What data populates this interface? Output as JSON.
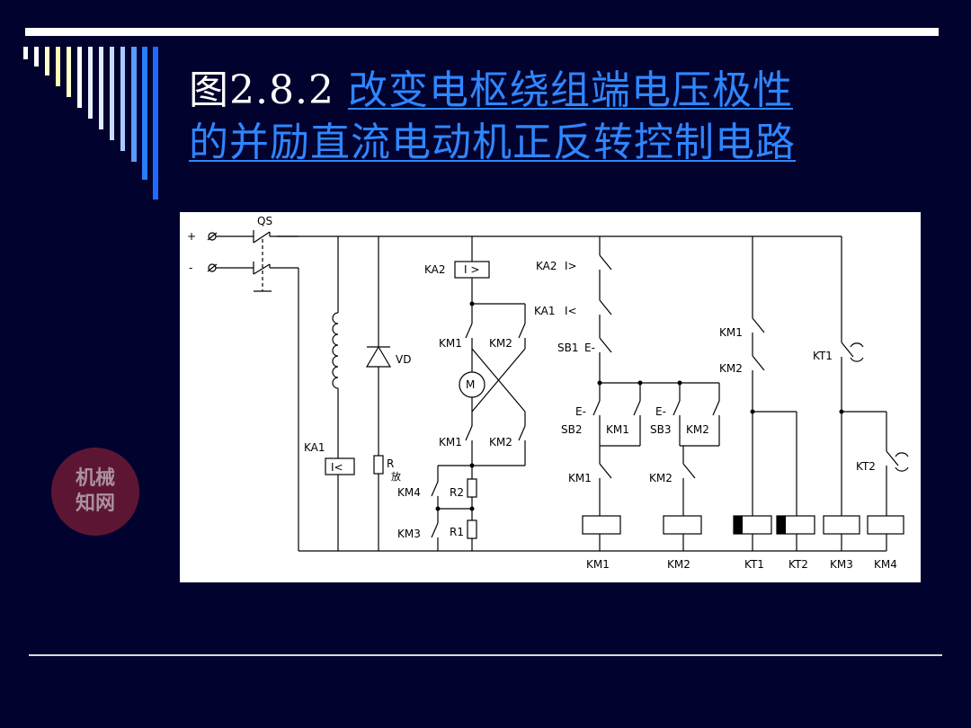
{
  "slide": {
    "title_number": "图2.8.2 ",
    "title_link_line1": "改变电枢绕组端电压极性",
    "title_link_line2": "的并励直流电动机正反转控制电路"
  },
  "watermark": {
    "line1": "机械",
    "line2": "知网"
  },
  "diagram": {
    "labels": {
      "plus": "+",
      "minus": "-",
      "qs": "QS",
      "ka1": "KA1",
      "ka1_coil": "I<",
      "vd": "VD",
      "r_fang": "R",
      "fang": "放",
      "ka2": "KA2",
      "ka2_coil": "I >",
      "km1_a": "KM1",
      "km2_a": "KM2",
      "motor": "M",
      "km1_b": "KM1",
      "km2_b": "KM2",
      "km4": "KM4",
      "r2": "R2",
      "km3": "KM3",
      "r1": "R1",
      "ka2_contact": "KA2",
      "ka2_sym": "I>",
      "ka1_contact": "KA1",
      "ka1_sym": "I<",
      "sb1": "SB1",
      "e1": "E-",
      "e2": "E-",
      "sb2": "SB2",
      "km1_hold": "KM1",
      "e3": "E-",
      "sb3": "SB3",
      "km2_hold": "KM2",
      "km1_il": "KM1",
      "km2_il": "KM2",
      "km1_r": "KM1",
      "km2_r": "KM2",
      "kt1_c": "KT1",
      "kt2_c": "KT2",
      "coil_km1": "KM1",
      "coil_km2": "KM2",
      "coil_kt1": "KT1",
      "coil_kt2": "KT2",
      "coil_km3": "KM3",
      "coil_km4": "KM4"
    }
  }
}
